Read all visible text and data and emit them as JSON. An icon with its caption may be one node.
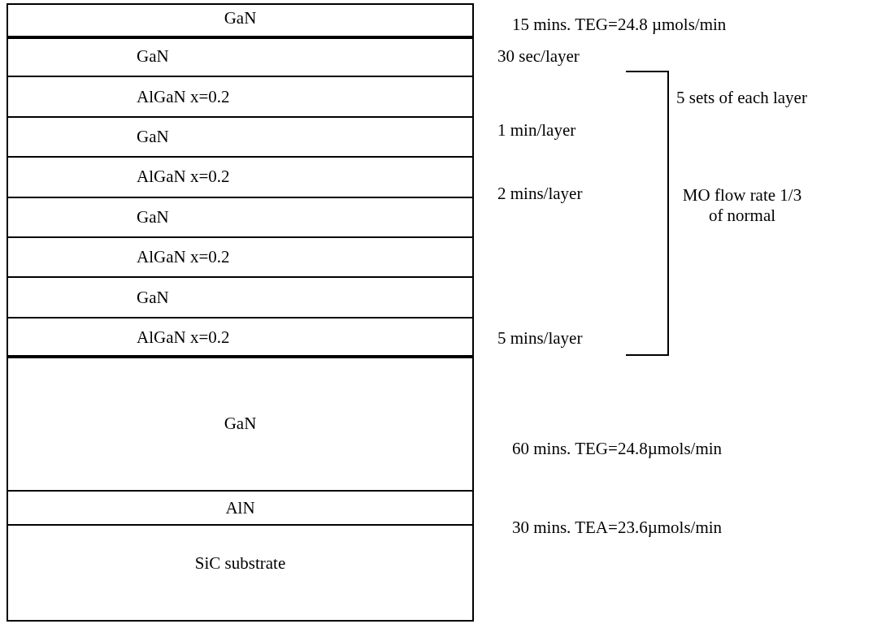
{
  "diagram": {
    "nodes": [
      {
        "text": [
          "GaN"
        ],
        "beside": [
          "15 mins. TEG=24.8 µmols/min"
        ]
      },
      {
        "text": [
          "GaN"
        ]
      },
      {
        "text": [
          "AlGaN x=0.2"
        ]
      },
      {
        "text": [
          "GaN"
        ]
      },
      {
        "text": [
          "AlGaN x=0.2"
        ]
      },
      {
        "text": [
          "GaN"
        ]
      },
      {
        "text": [
          "AlGaN x=0.2"
        ]
      },
      {
        "text": [
          "GaN"
        ]
      },
      {
        "text": [
          "AlGaN x=0.2"
        ]
      },
      {
        "text": [
          "GaN"
        ],
        "beside": [
          "60 mins. TEG=24.8µmols/min"
        ]
      },
      {
        "text": [
          "AlN"
        ],
        "beside": [
          "30 mins. TEA=23.6µmols/min"
        ]
      },
      {
        "text": [
          "SiC substrate"
        ]
      }
    ],
    "labels": [
      "30 sec/layer",
      "5 sets of each layer",
      "1 min/layer",
      "2 mins/layer",
      "MO flow rate 1/3 of normal",
      "5 mins/layer"
    ]
  }
}
